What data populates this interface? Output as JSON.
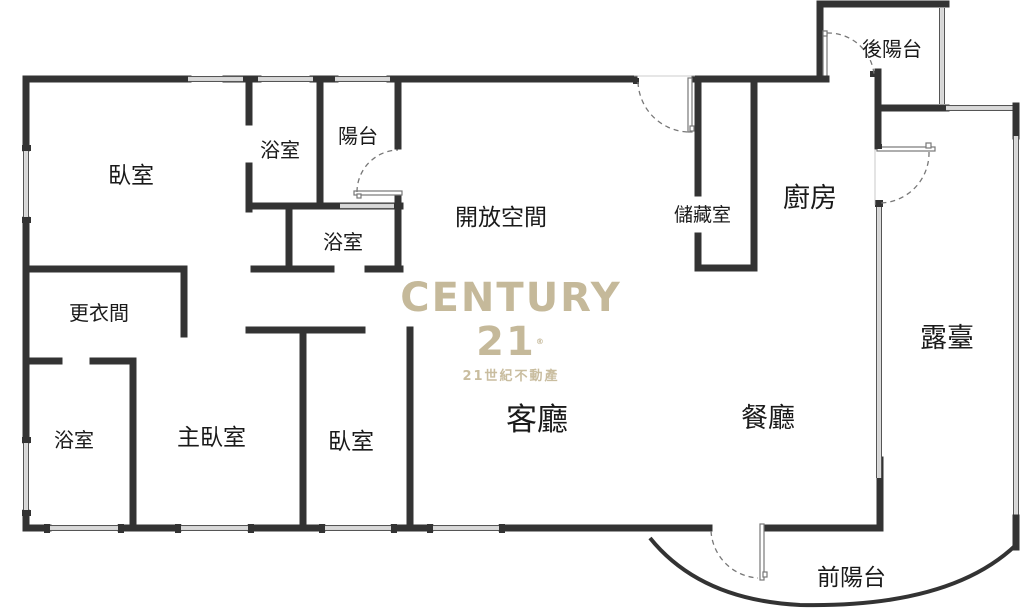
{
  "floor_plan": {
    "colors": {
      "wall": "#333333",
      "window_frame": "#555555",
      "door": "#777777",
      "brand_gold": "#c5b99a",
      "background": "#ffffff"
    },
    "rooms": [
      {
        "id": "bedroom-nw",
        "label": "臥室"
      },
      {
        "id": "bathroom-north",
        "label": "浴室"
      },
      {
        "id": "balcony-north",
        "label": "陽台"
      },
      {
        "id": "bathroom-small",
        "label": "浴室"
      },
      {
        "id": "open-space",
        "label": "開放空間"
      },
      {
        "id": "storage",
        "label": "儲藏室"
      },
      {
        "id": "kitchen",
        "label": "廚房"
      },
      {
        "id": "rear-balcony",
        "label": "後陽台"
      },
      {
        "id": "walk-in-closet",
        "label": "更衣間"
      },
      {
        "id": "terrace",
        "label": "露臺"
      },
      {
        "id": "bathroom-master",
        "label": "浴室"
      },
      {
        "id": "master-bedroom",
        "label": "主臥室"
      },
      {
        "id": "bedroom-south",
        "label": "臥室"
      },
      {
        "id": "living-room",
        "label": "客廳"
      },
      {
        "id": "dining-room",
        "label": "餐廳"
      },
      {
        "id": "front-balcony",
        "label": "前陽台"
      }
    ],
    "watermark": {
      "brand": "CENTURY 21",
      "registered_mark": "®",
      "subtitle": "21世紀不動產"
    }
  }
}
